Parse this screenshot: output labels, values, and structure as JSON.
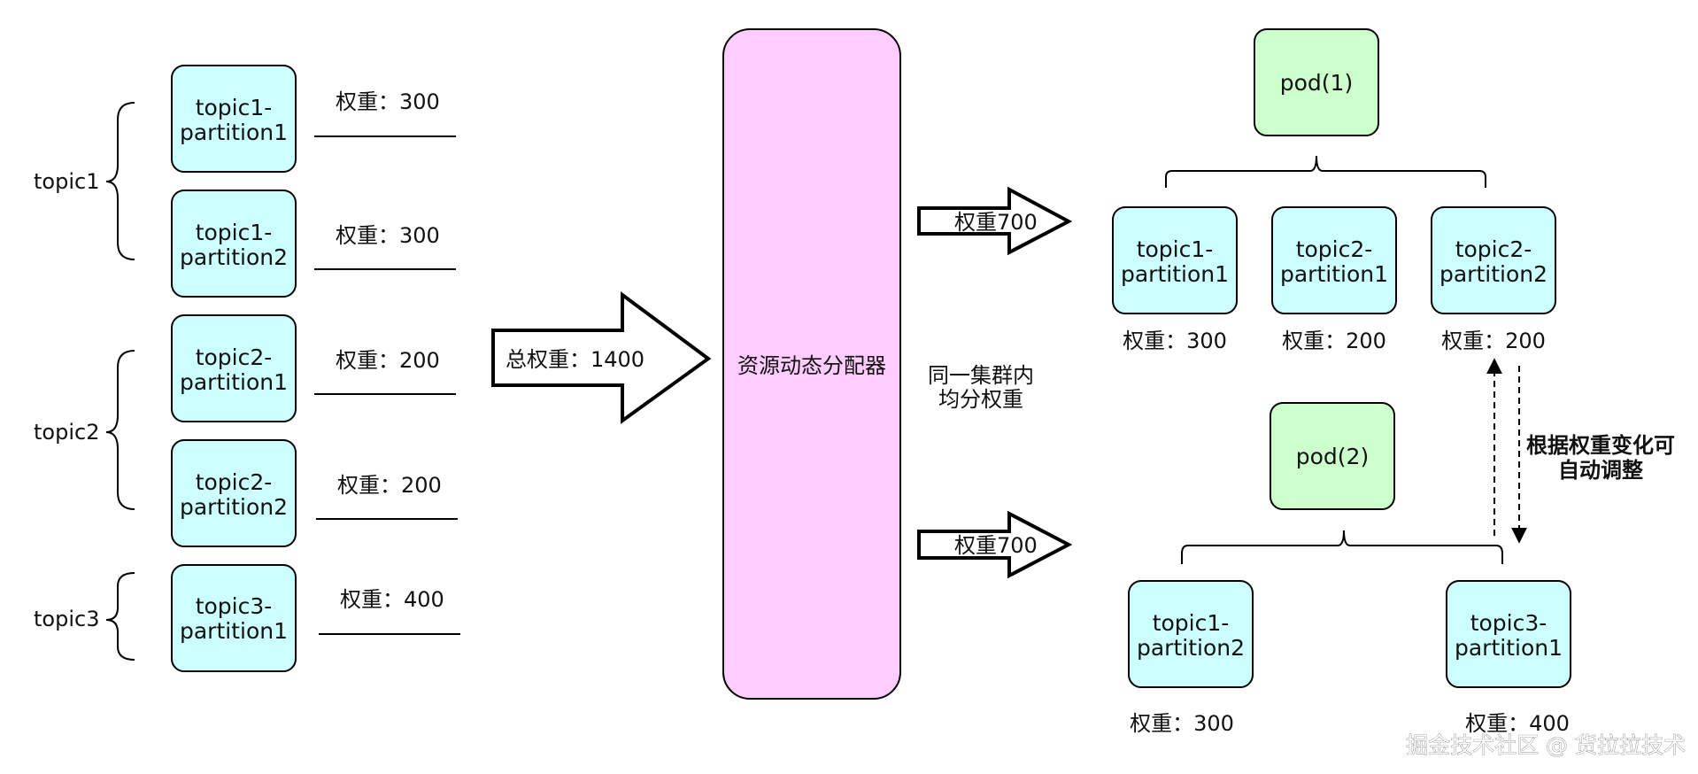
{
  "colors": {
    "partition_fill": "#ccffff",
    "allocator_fill": "#ffccff",
    "pod_fill": "#ccffcc",
    "stroke": "#000000"
  },
  "left": {
    "topics": [
      {
        "label": "topic1"
      },
      {
        "label": "topic2"
      },
      {
        "label": "topic3"
      }
    ],
    "partitions": [
      {
        "line1": "topic1-",
        "line2": "partition1",
        "weight": "权重：300"
      },
      {
        "line1": "topic1-",
        "line2": "partition2",
        "weight": "权重：300"
      },
      {
        "line1": "topic2-",
        "line2": "partition1",
        "weight": "权重：200"
      },
      {
        "line1": "topic2-",
        "line2": "partition2",
        "weight": "权重：200"
      },
      {
        "line1": "topic3-",
        "line2": "partition1",
        "weight": "权重：400"
      }
    ]
  },
  "total_arrow": {
    "label": "总权重：1400"
  },
  "allocator": {
    "label": "资源动态分配器"
  },
  "cluster_note": {
    "line1": "同一集群内",
    "line2": "均分权重"
  },
  "pod_arrows": [
    {
      "label": "权重700"
    },
    {
      "label": "权重700"
    }
  ],
  "pods": [
    {
      "label": "pod(1)",
      "partitions": [
        {
          "line1": "topic1-",
          "line2": "partition1",
          "weight": "权重：300"
        },
        {
          "line1": "topic2-",
          "line2": "partition1",
          "weight": "权重：200"
        },
        {
          "line1": "topic2-",
          "line2": "partition2",
          "weight": "权重：200"
        }
      ]
    },
    {
      "label": "pod(2)",
      "partitions": [
        {
          "line1": "topic1-",
          "line2": "partition2",
          "weight": "权重：300"
        },
        {
          "line1": "topic3-",
          "line2": "partition1",
          "weight": "权重：400"
        }
      ]
    }
  ],
  "auto_adjust": {
    "line1": "根据权重变化可",
    "line2": "自动调整"
  },
  "watermark": {
    "text": "掘金技术社区 @ 货拉拉技术"
  }
}
